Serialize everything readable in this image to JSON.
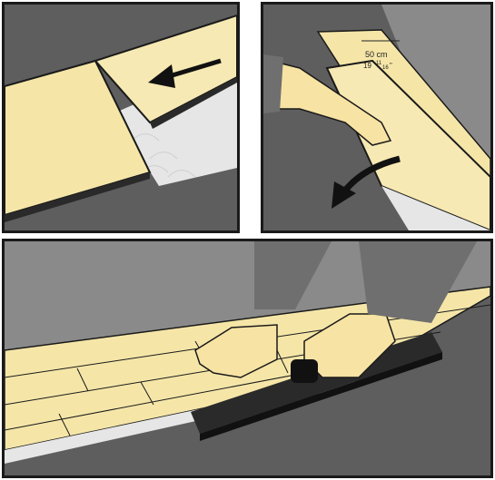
{
  "panels": [
    {
      "id": "panel-1",
      "step": "angle-and-slide-plank"
    },
    {
      "id": "panel-2",
      "step": "lower-plank-into-place"
    },
    {
      "id": "panel-3",
      "step": "tap-with-block"
    }
  ],
  "measurement": {
    "metric": "50 cm",
    "imperial_whole": "19",
    "imperial_frac_num": "11",
    "imperial_frac_den": "16",
    "imperial_suffix": "\""
  },
  "colors": {
    "floor": "#5e5e5e",
    "wall": "#8a8a8a",
    "plank": "#f5e6a8",
    "plank_shade": "#e8cf7a",
    "skin": "#f7e3a3",
    "sleeve": "#6f6f6f",
    "block": "#2a2a2a",
    "underlay": "#e6e6e6",
    "arrow": "#111111"
  }
}
